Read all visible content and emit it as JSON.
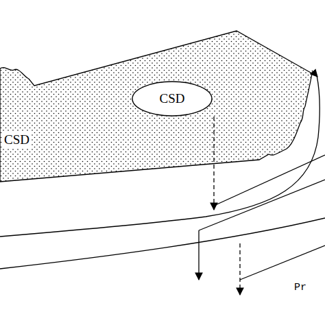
{
  "diagram": {
    "nodes": [
      {
        "text": [
          "CSD"
        ]
      },
      {
        "text": [
          "CSD"
        ],
        "in": 0
      }
    ],
    "labels": [
      "Pr"
    ]
  }
}
